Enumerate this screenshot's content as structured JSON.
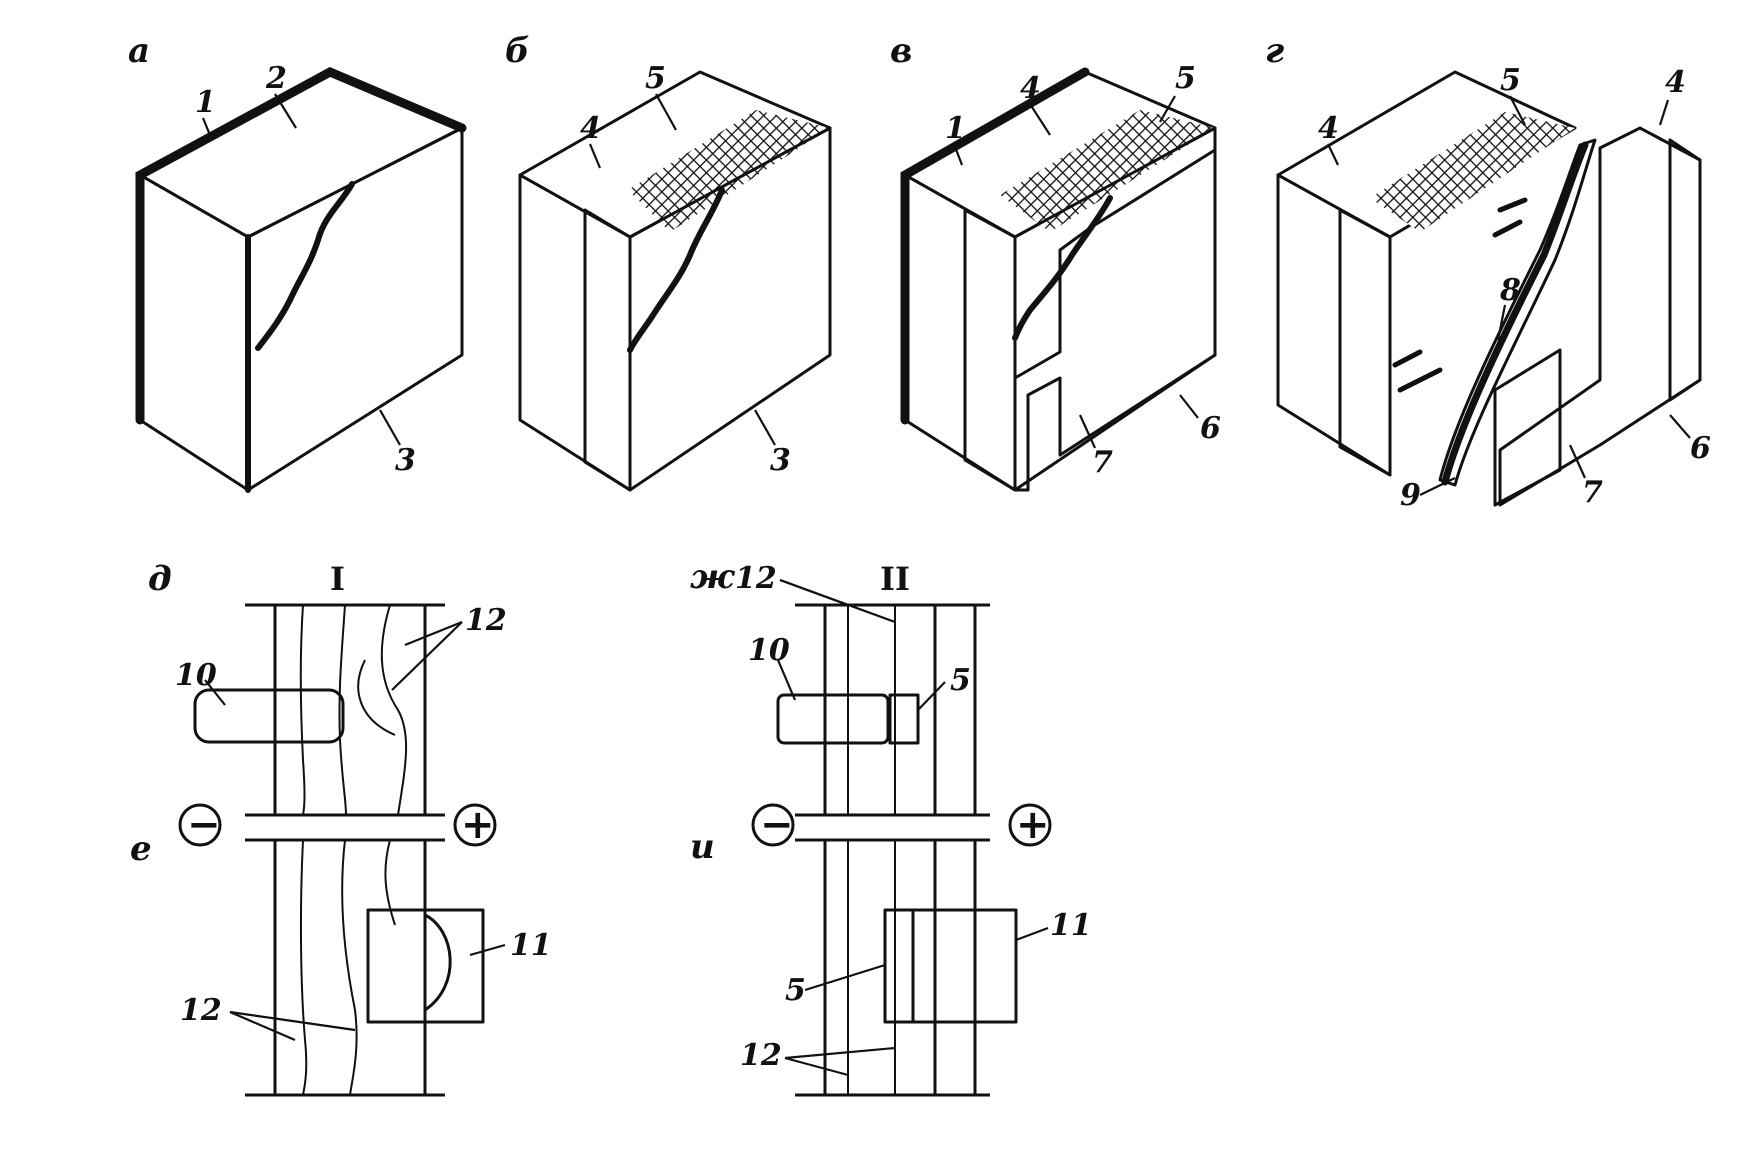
{
  "panels": {
    "a": {
      "letter": "а",
      "callouts": [
        "1",
        "2",
        "3"
      ]
    },
    "b": {
      "letter": "б",
      "callouts": [
        "4",
        "5",
        "3"
      ]
    },
    "v": {
      "letter": "в",
      "callouts": [
        "1",
        "4",
        "5",
        "7",
        "6"
      ]
    },
    "g": {
      "letter": "г",
      "callouts": [
        "4",
        "5",
        "4",
        "8",
        "9",
        "7",
        "6"
      ]
    },
    "d": {
      "letter": "д",
      "roman": "I",
      "callouts": [
        "10",
        "12"
      ]
    },
    "e": {
      "letter": "е",
      "minus": "−",
      "plus": "+",
      "callouts": [
        "11",
        "12"
      ]
    },
    "zh": {
      "letter": "ж",
      "roman": "II",
      "callouts": [
        "12",
        "10",
        "5"
      ]
    },
    "i": {
      "letter": "и",
      "minus": "−",
      "plus": "+",
      "callouts": [
        "11",
        "5",
        "12"
      ]
    }
  },
  "colors": {
    "ink": "#111111",
    "paper": "#ffffff"
  }
}
